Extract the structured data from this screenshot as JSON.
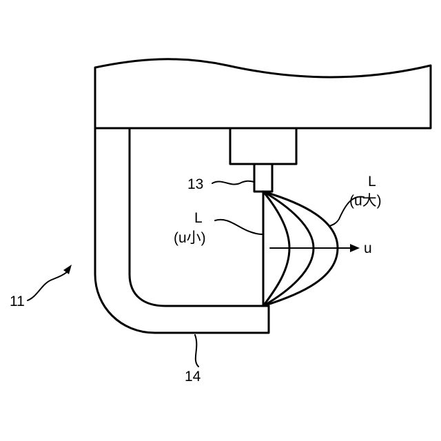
{
  "figure": {
    "labels": {
      "device_ref": "11",
      "nozzle_ref": "13",
      "arm_ref": "14",
      "large_L": "L",
      "large_note": "(u大)",
      "small_L": "L",
      "small_note": "(u小)",
      "velocity_axis": "u"
    }
  }
}
